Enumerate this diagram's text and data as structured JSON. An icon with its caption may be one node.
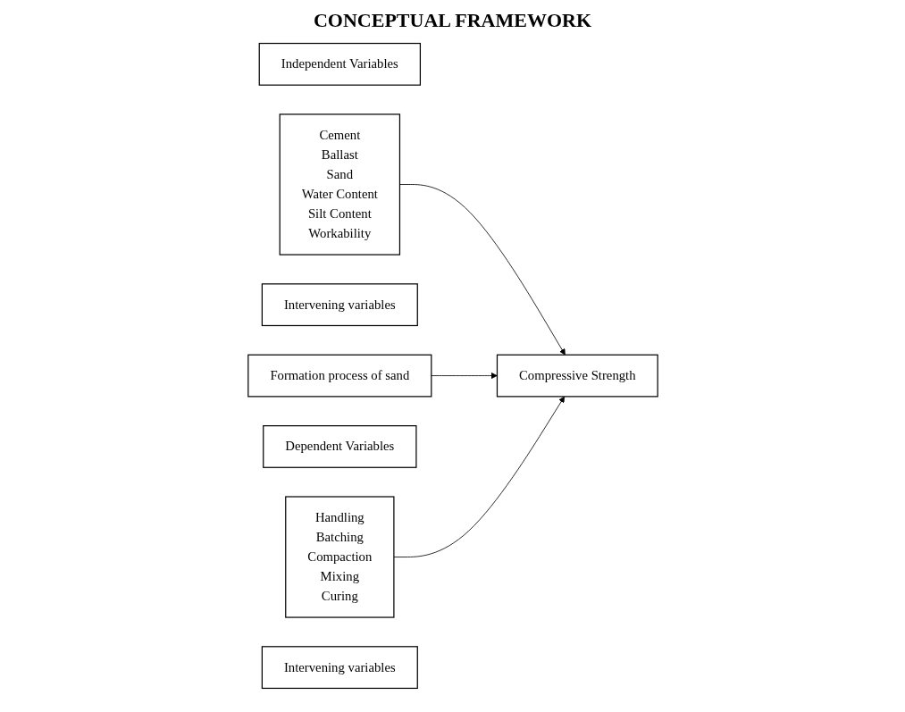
{
  "diagram": {
    "title": "CONCEPTUAL FRAMEWORK",
    "nodes": [
      {
        "text": [
          "Independent Variables"
        ]
      },
      {
        "text": [
          "Cement",
          "Ballast",
          "Sand",
          "Water Content",
          "Silt Content",
          "Workability"
        ]
      },
      {
        "text": [
          "Intervening variables"
        ]
      },
      {
        "text": [
          "Formation process of sand"
        ]
      },
      {
        "text": [
          "Dependent Variables"
        ]
      },
      {
        "text": [
          "Compressive Strength"
        ]
      },
      {
        "text": [
          "Handling",
          "Batching",
          "Compaction",
          "Mixing",
          "Curing"
        ]
      },
      {
        "text": [
          "Intervening variables"
        ]
      }
    ],
    "edges": [
      {
        "from": 1,
        "to": 5,
        "arrow": "to"
      },
      {
        "from": 3,
        "to": 5,
        "arrow": "to"
      },
      {
        "from": 6,
        "to": 5,
        "arrow": "to"
      }
    ]
  }
}
